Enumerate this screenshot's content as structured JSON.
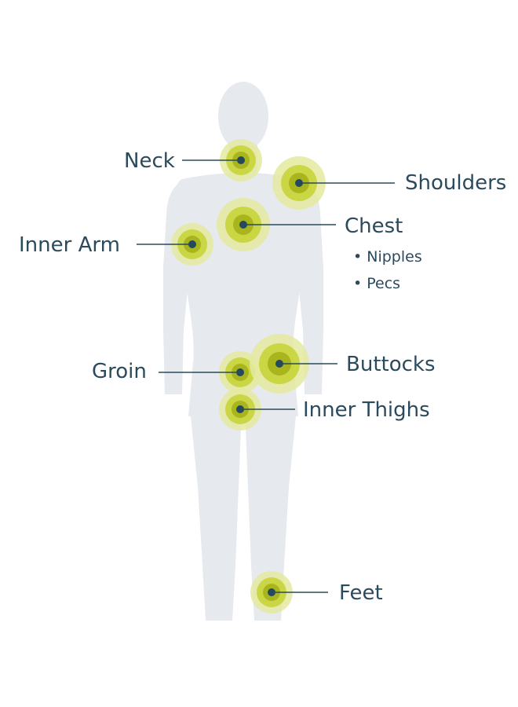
{
  "colors": {
    "silhouette": "#e6e9ee",
    "text": "#2b4a5c",
    "leader": "#2b4a5c",
    "ring_outer": "#e4eaa0",
    "ring_mid": "#c8d43a",
    "ring_inner": "#a9b51c",
    "dot": "#24495c"
  },
  "points": [
    {
      "id": "neck",
      "label": "Neck",
      "size": "medium"
    },
    {
      "id": "shoulders",
      "label": "Shoulders",
      "size": "large"
    },
    {
      "id": "chest",
      "label": "Chest",
      "size": "large",
      "details": [
        "• Nipples",
        "• Pecs"
      ]
    },
    {
      "id": "inner-arm",
      "label": "Inner Arm",
      "size": "medium"
    },
    {
      "id": "groin",
      "label": "Groin",
      "size": "medium"
    },
    {
      "id": "buttocks",
      "label": "Buttocks",
      "size": "xlarge"
    },
    {
      "id": "inner-thighs",
      "label": "Inner Thighs",
      "size": "medium"
    },
    {
      "id": "feet",
      "label": "Feet",
      "size": "medium"
    }
  ]
}
